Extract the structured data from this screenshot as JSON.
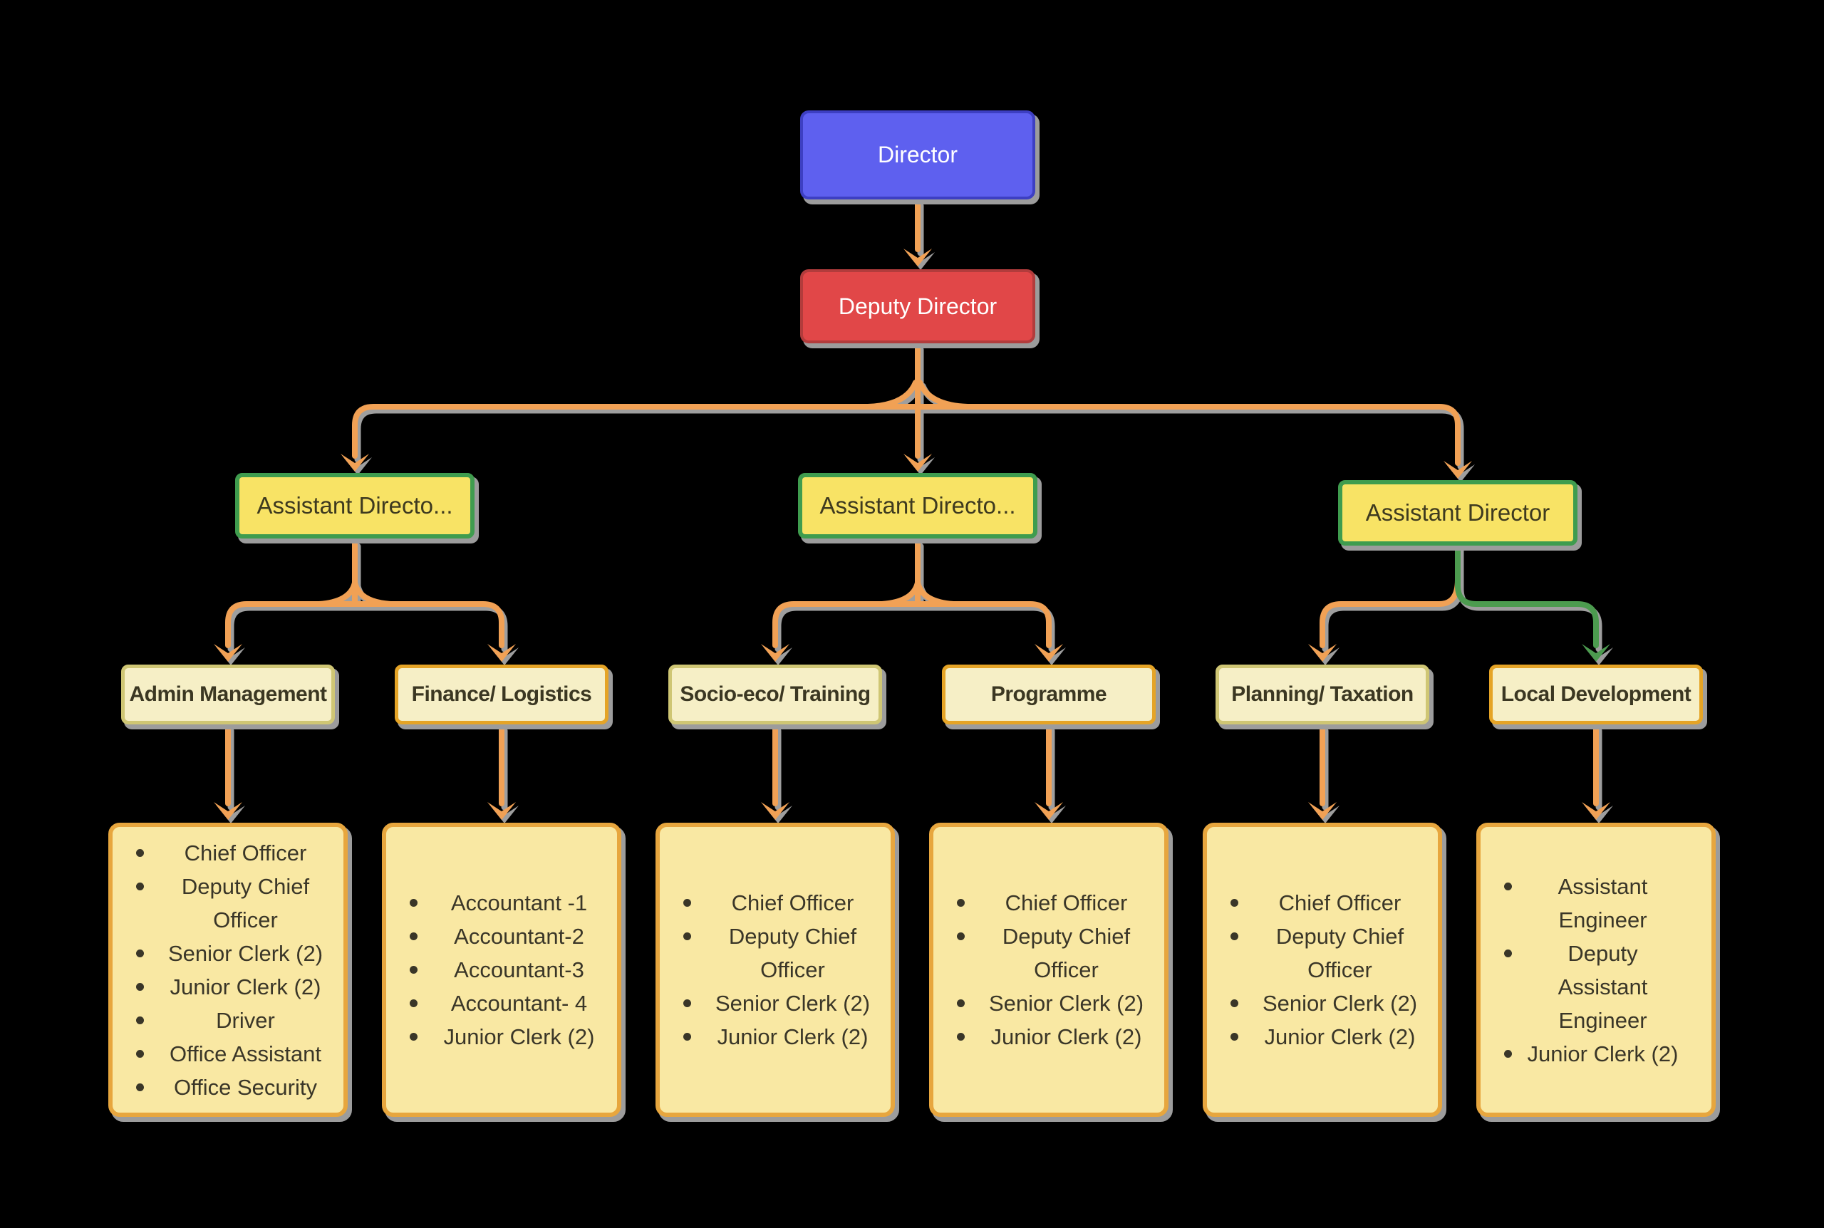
{
  "colors": {
    "background": "#000000",
    "connector_orange": "#F1A155",
    "connector_green": "#4C9B4F",
    "connector_casing_gray": "#9E9E9E",
    "director_fill": "#5E60EF",
    "director_border": "#3D3FC2",
    "deputy_fill": "#E14748",
    "deputy_border": "#B23C3C",
    "assistant_fill": "#F8E365",
    "assistant_border": "#3F9C4E",
    "department_fill": "#F6EFC6",
    "department_border_olive": "#CFC674",
    "department_border_orange": "#E5A426",
    "staff_fill": "#F9E8A3",
    "staff_border": "#E7A63E",
    "text_light": "#FFFFFF",
    "text_dark": "#3A3628"
  },
  "nodes": {
    "director": "Director",
    "deputy_director": "Deputy Director",
    "assistant_director_1": "Assistant Directo...",
    "assistant_director_2": "Assistant Directo...",
    "assistant_director_3": "Assistant Director"
  },
  "departments": [
    {
      "label": "Admin Management"
    },
    {
      "label": "Finance/ Logistics"
    },
    {
      "label": "Socio-eco/ Training"
    },
    {
      "label": "Programme"
    },
    {
      "label": "Planning/ Taxation"
    },
    {
      "label": "Local Development"
    }
  ],
  "staff_lists": [
    {
      "items": [
        "Chief Officer",
        "Deputy Chief Officer",
        "Senior Clerk (2)",
        "Junior Clerk (2)",
        "Driver",
        "Office Assistant",
        "Office Security"
      ]
    },
    {
      "items": [
        "Accountant -1",
        "Accountant-2",
        "Accountant-3",
        "Accountant- 4",
        "Junior Clerk (2)"
      ]
    },
    {
      "items": [
        "Chief Officer",
        "Deputy Chief Officer",
        "Senior Clerk (2)",
        "Junior Clerk (2)"
      ]
    },
    {
      "items": [
        "Chief Officer",
        "Deputy Chief Officer",
        "Senior Clerk (2)",
        "Junior Clerk (2)"
      ]
    },
    {
      "items": [
        "Chief Officer",
        "Deputy Chief Officer",
        "Senior Clerk (2)",
        "Junior Clerk (2)"
      ]
    },
    {
      "items": [
        "Assistant Engineer",
        "Deputy Assistant Engineer",
        "Junior Clerk (2)"
      ]
    }
  ]
}
